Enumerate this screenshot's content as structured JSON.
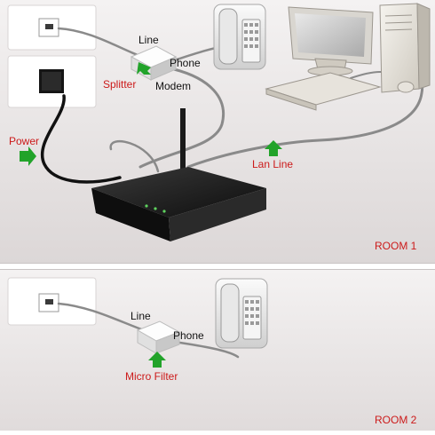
{
  "room1": {
    "name": "ROOM 1",
    "labels": {
      "line": "Line",
      "phone": "Phone",
      "modem": "Modem",
      "splitter": "Splitter",
      "power": "Power",
      "lan_line": "Lan Line"
    }
  },
  "room2": {
    "name": "ROOM 2",
    "labels": {
      "line": "Line",
      "phone": "Phone",
      "micro_filter": "Micro Filter"
    }
  },
  "colors": {
    "callout_red": "#cc1a1a",
    "arrow_green": "#22a32a",
    "panel_bg": "#e9e5e5",
    "cable_gray": "#8a8a8a"
  }
}
